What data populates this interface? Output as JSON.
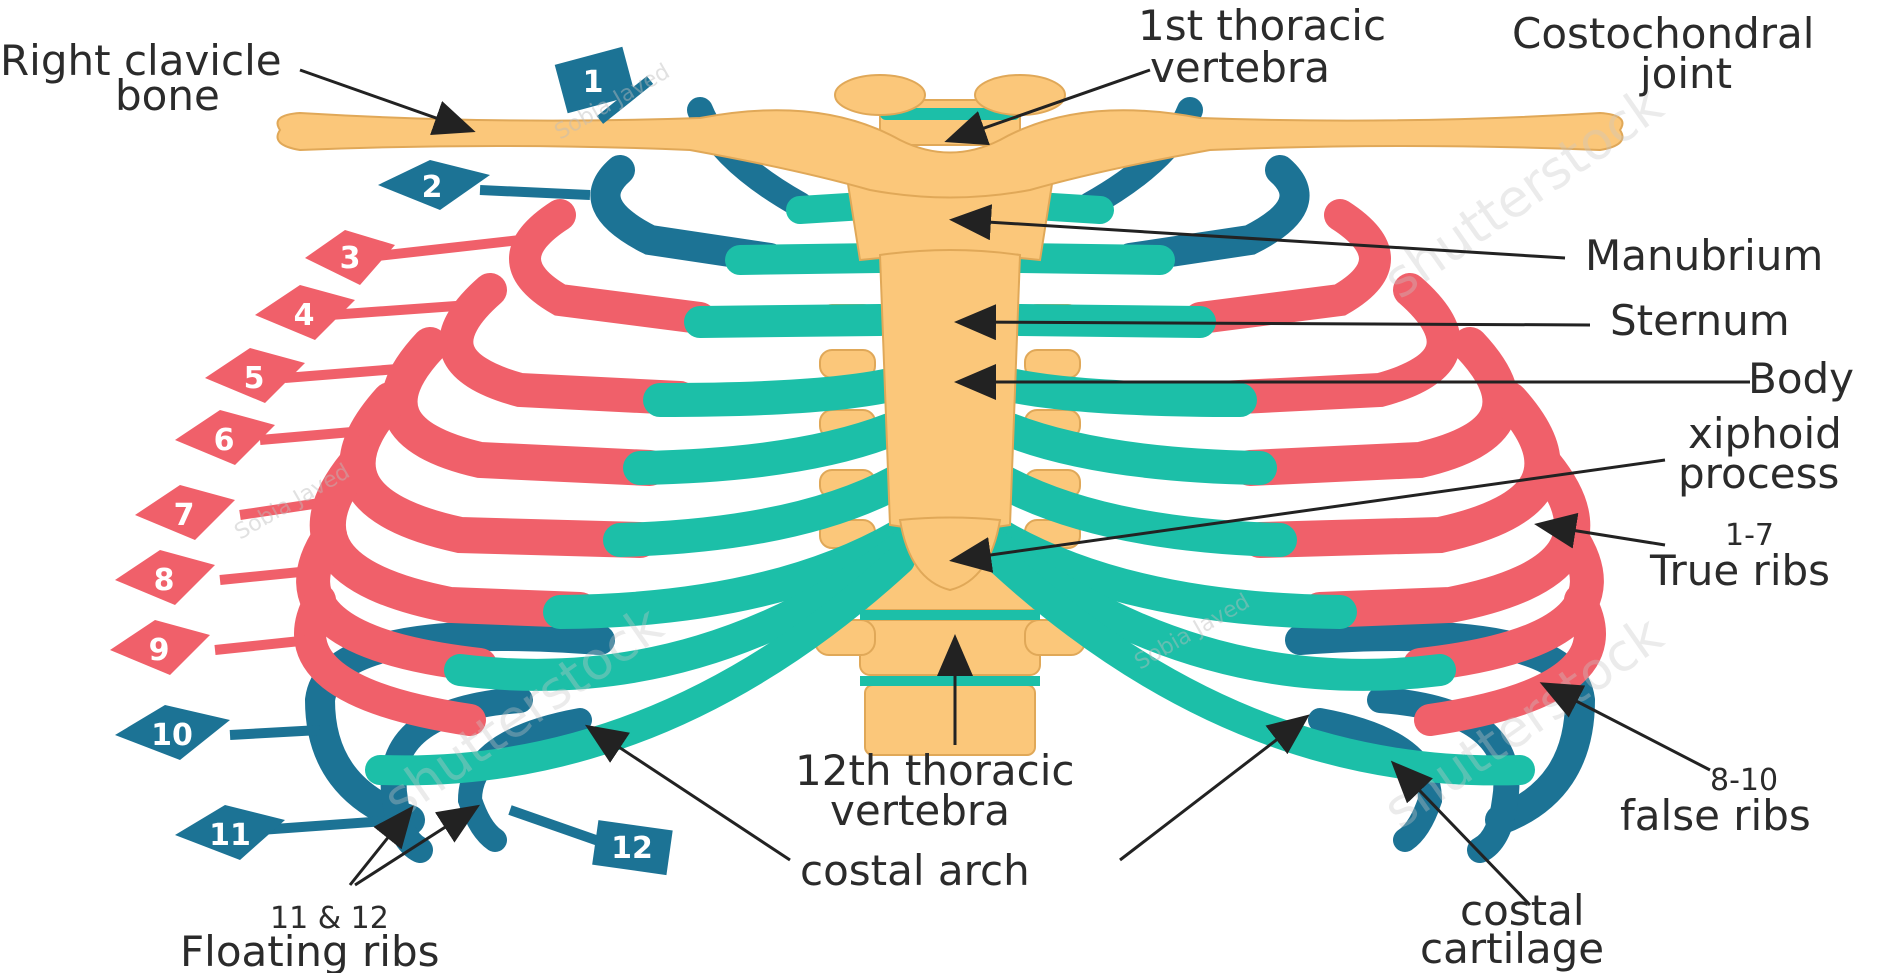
{
  "labels": {
    "clavicle": "Right clavicle bone",
    "clavicle_line1": "Right clavicle",
    "clavicle_line2": "bone",
    "t1_line1": "1st thoracic",
    "t1_line2": "vertebra",
    "costochondral_line1": "Costochondral",
    "costochondral_line2": "joint",
    "manubrium": "Manubrium",
    "sternum": "Sternum",
    "body": "Body",
    "xiphoid_line1": "xiphoid",
    "xiphoid_line2": "process",
    "true_ribs_line1": "1-7",
    "true_ribs_line2": "True ribs",
    "false_ribs_line1": "8-10",
    "false_ribs_line2": "false ribs",
    "t12_line1": "12th thoracic",
    "t12_line2": "vertebra",
    "costal_arch": "costal arch",
    "costal_cartilage_line1": "costal",
    "costal_cartilage_line2": "cartilage",
    "floating_line1": "11 & 12",
    "floating_line2": "Floating ribs"
  },
  "rib_tags": [
    "1",
    "2",
    "3",
    "4",
    "5",
    "6",
    "7",
    "8",
    "9",
    "10",
    "11",
    "12"
  ],
  "watermarks": {
    "brand": "shutterstock",
    "author": "Sobia Javed"
  },
  "colors": {
    "bone": "#fbc77a",
    "cartilage": "#1cbfa8",
    "true_rib": "#f0606a",
    "blue_rib": "#1c7395",
    "text": "#2b2b2b"
  }
}
